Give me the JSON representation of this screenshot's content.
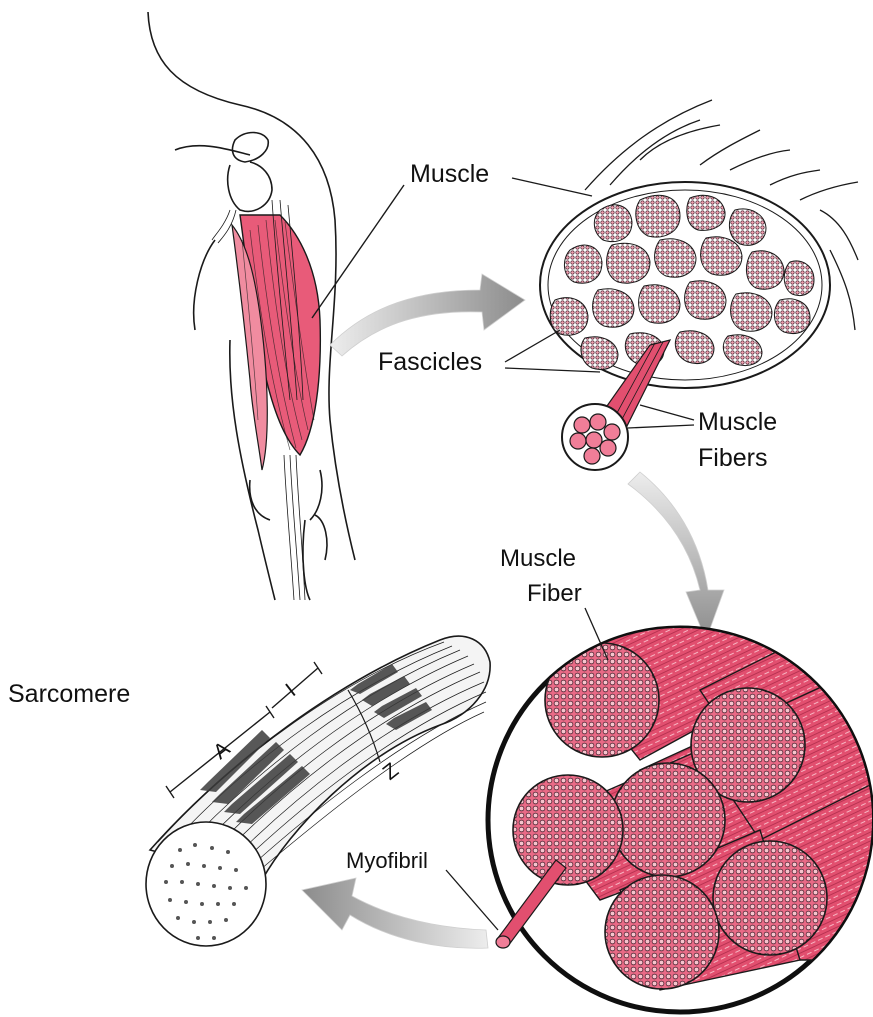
{
  "labels": {
    "muscle": "Muscle",
    "fascicles": "Fascicles",
    "muscle_fibers_line1": "Muscle",
    "muscle_fibers_line2": "Fibers",
    "muscle_fiber_line1": "Muscle",
    "muscle_fiber_line2": "Fiber",
    "sarcomere": "Sarcomere",
    "myofibril": "Myofibril",
    "band_a": "A",
    "band_i": "I",
    "line_z": "Z"
  },
  "colors": {
    "muscle_pink": "#e0506e",
    "muscle_pink_light": "#f4a9b8",
    "outline": "#1a1a1a",
    "arrow_gray": "#9a9a9a"
  }
}
